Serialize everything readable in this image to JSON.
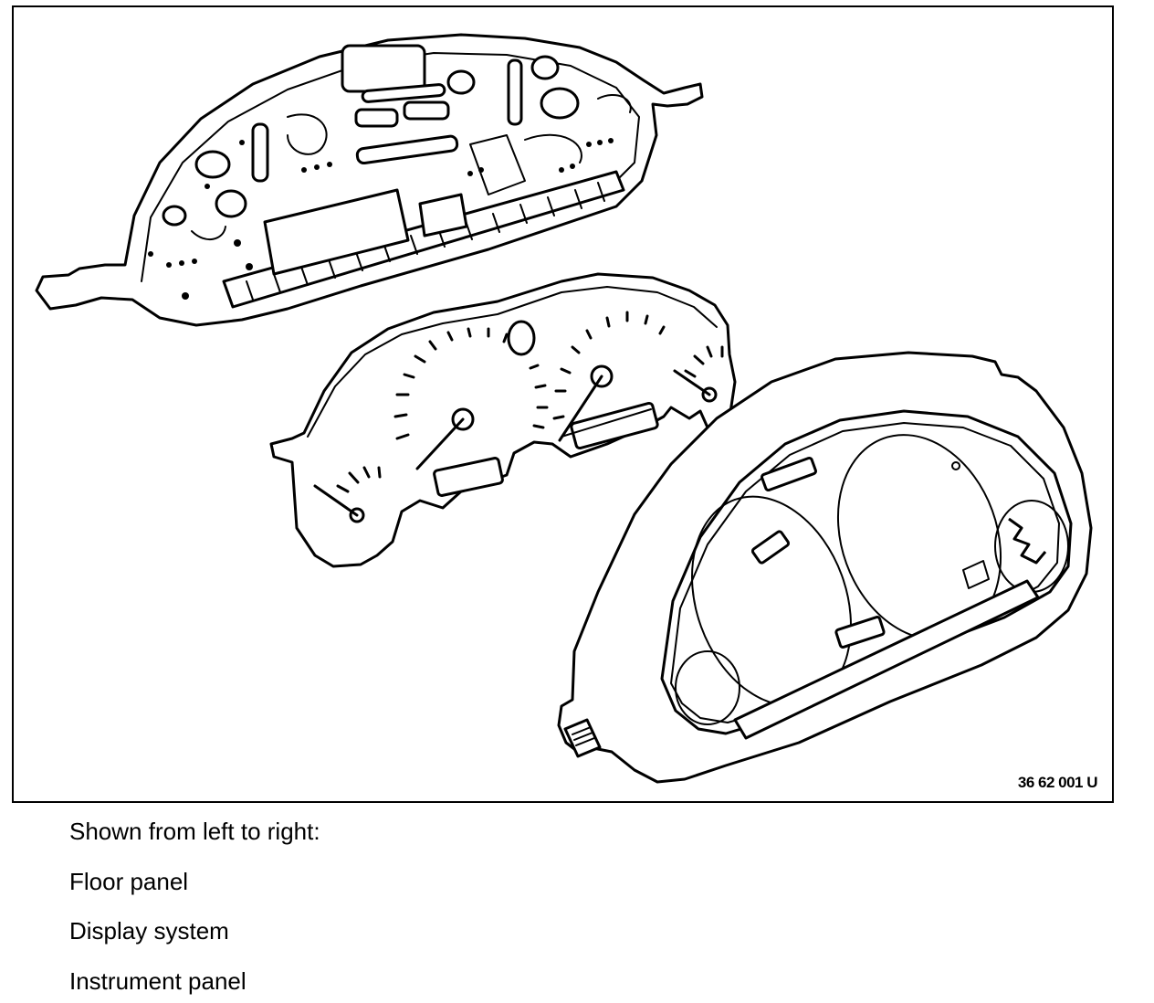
{
  "figure": {
    "code": "36 62 001 U"
  },
  "caption": {
    "intro": "Shown from left to right:",
    "items": [
      "Floor panel",
      "Display system",
      "Instrument panel"
    ]
  }
}
